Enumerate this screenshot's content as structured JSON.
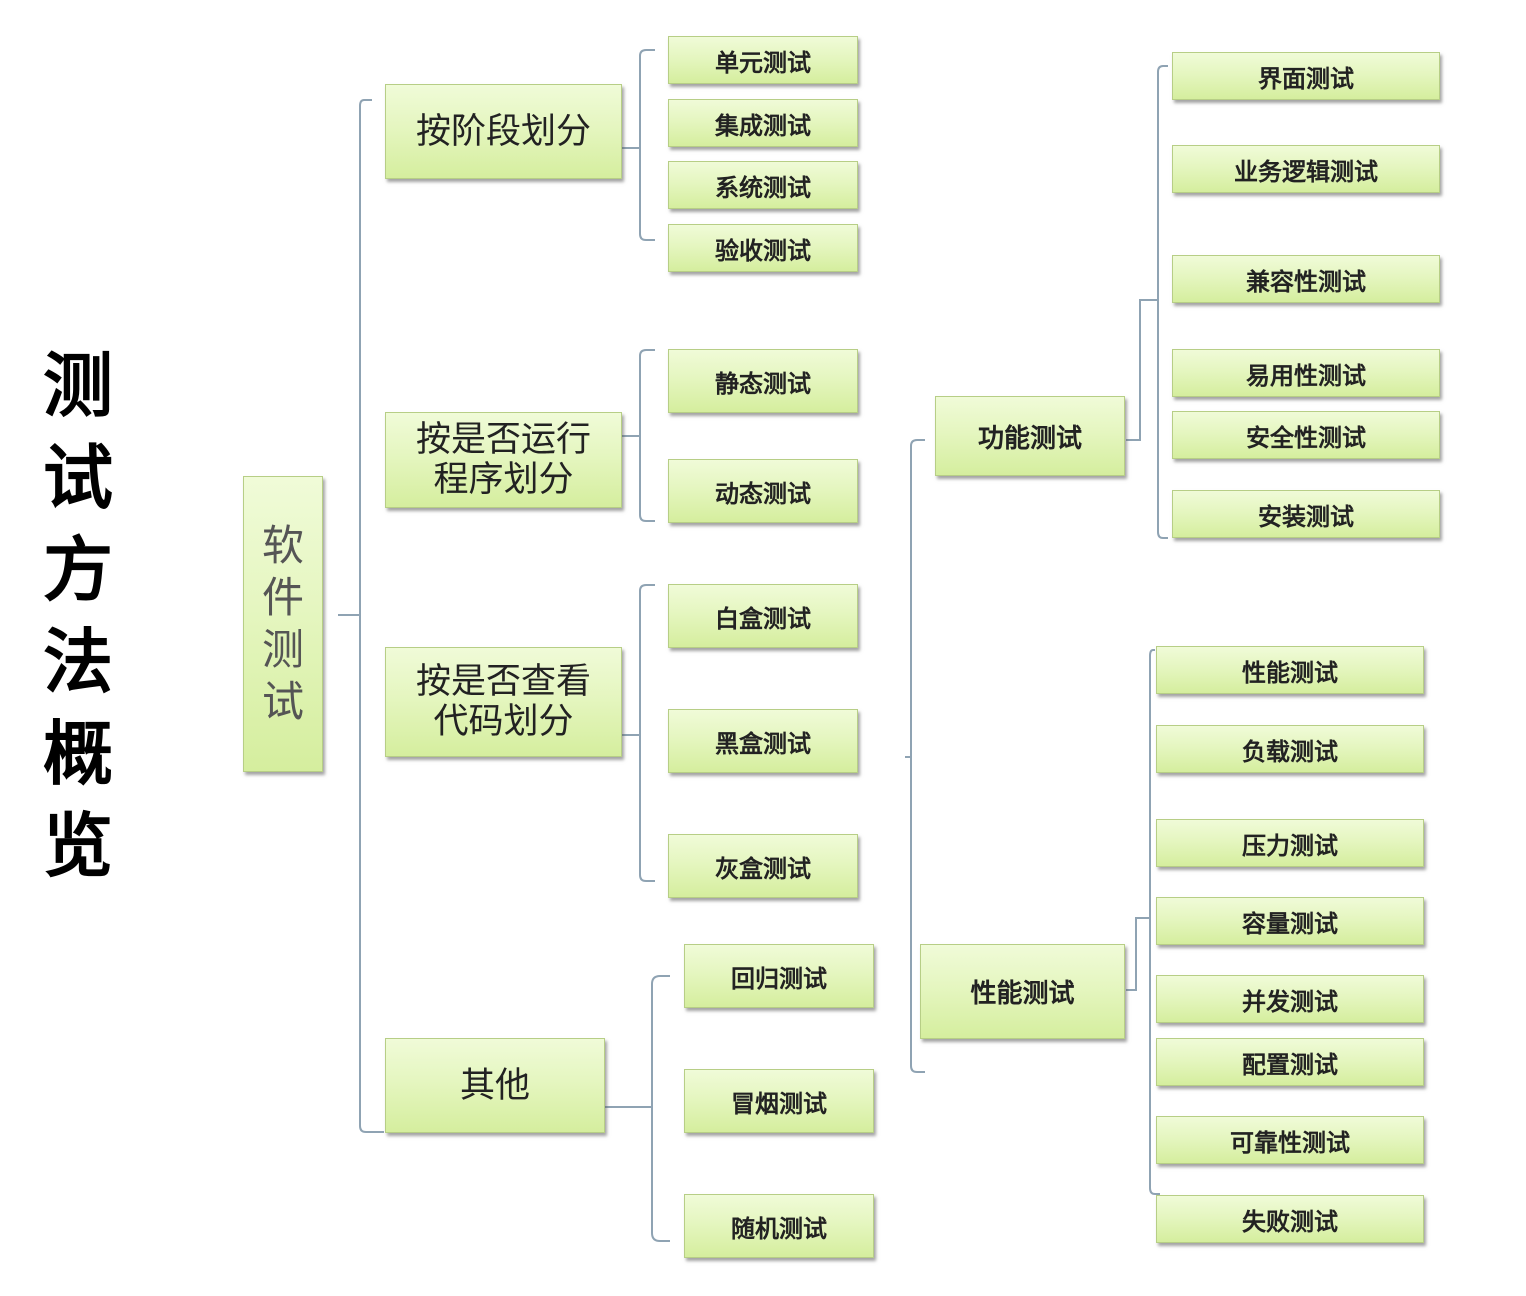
{
  "page_title": "测试方法概览",
  "root": "软件测试",
  "branches": [
    {
      "label": "按阶段划分",
      "children": [
        "单元测试",
        "集成测试",
        "系统测试",
        "验收测试"
      ]
    },
    {
      "label": "按是否运行程序划分",
      "children": [
        "静态测试",
        "动态测试"
      ]
    },
    {
      "label": "按是否查看代码划分",
      "children": [
        "白盒测试",
        "黑盒测试",
        "灰盒测试"
      ]
    },
    {
      "label": "其他",
      "children": [
        "回归测试",
        "冒烟测试",
        "随机测试"
      ]
    }
  ],
  "black_box_split": [
    {
      "label": "功能测试",
      "children": [
        "界面测试",
        "业务逻辑测试",
        "兼容性测试",
        "易用性测试",
        "安全性测试",
        "安装测试"
      ]
    },
    {
      "label": "性能测试",
      "children": [
        "性能测试",
        "负载测试",
        "压力测试",
        "容量测试",
        "并发测试",
        "配置测试",
        "可靠性测试",
        "失败测试"
      ]
    }
  ],
  "colors": {
    "box_top": "#f0fbd8",
    "box_bottom": "#d5ee9e",
    "line": "#8aa0b0"
  }
}
